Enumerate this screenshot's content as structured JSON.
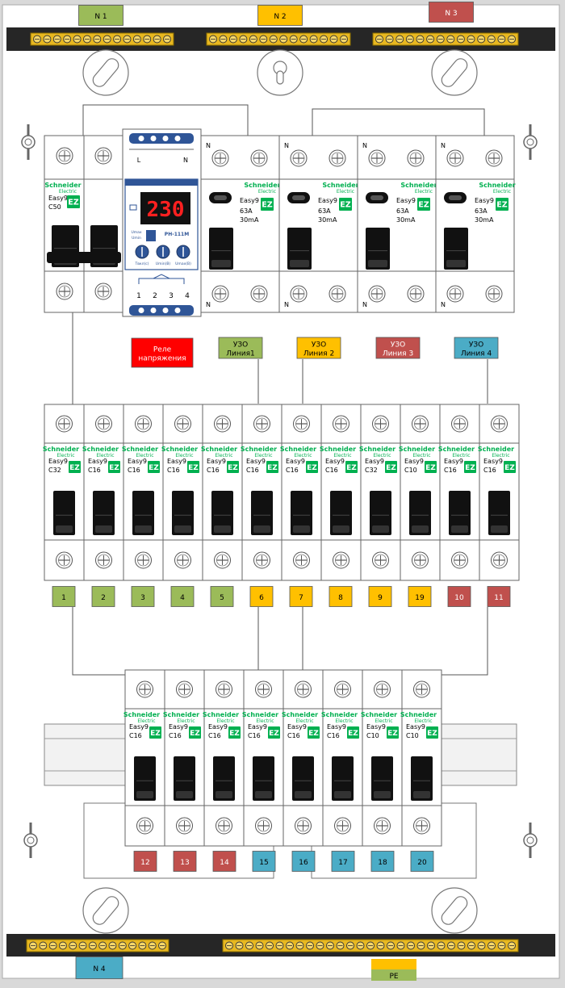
{
  "buses": {
    "top": [
      "N 1",
      "N 2",
      "N 3"
    ],
    "bottom": [
      "N 4",
      "PE"
    ]
  },
  "brand": {
    "line1": "Schneider",
    "line2": "Electric",
    "model": "Easy9",
    "ez": "EZ"
  },
  "main_breaker": {
    "rating": "C50"
  },
  "relay": {
    "terminals_top": [
      "L",
      "N"
    ],
    "display": "230",
    "model": "РН-111М",
    "small_labels": [
      "Umax",
      "Umin",
      "Tвкл(с)",
      "Umin(B)",
      "Umax(B)"
    ],
    "terminals_bottom": [
      "1",
      "2",
      "3",
      "4"
    ]
  },
  "rcds": [
    {
      "n": "N",
      "current": "63A",
      "leak": "30mA"
    },
    {
      "n": "N",
      "current": "63A",
      "leak": "30mA"
    },
    {
      "n": "N",
      "current": "63A",
      "leak": "30mA"
    },
    {
      "n": "N",
      "current": "63A",
      "leak": "30mA"
    }
  ],
  "group_labels": [
    {
      "text": "Реле напряжения",
      "color": "#ff0000",
      "lines": [
        "Реле",
        "напряжения"
      ]
    },
    {
      "text": "УЗО Линия1",
      "color": "#9bbb59",
      "lines": [
        "УЗО",
        "Линия1"
      ]
    },
    {
      "text": "УЗО Линия 2",
      "color": "#ffc000",
      "lines": [
        "УЗО",
        "Линия 2"
      ]
    },
    {
      "text": "УЗО Линия 3",
      "color": "#c0504d",
      "lines": [
        "УЗО",
        "Линия 3"
      ]
    },
    {
      "text": "УЗО Линия 4",
      "color": "#4bacc6",
      "lines": [
        "УЗО",
        "Линия 4"
      ]
    }
  ],
  "row2_breakers": [
    "C32",
    "C16",
    "C16",
    "C16",
    "C16",
    "C16",
    "C16",
    "C16",
    "C32",
    "C10",
    "C16",
    "C16"
  ],
  "row2_labels": [
    {
      "n": "1",
      "color": "#9bbb59"
    },
    {
      "n": "2",
      "color": "#9bbb59"
    },
    {
      "n": "3",
      "color": "#9bbb59"
    },
    {
      "n": "4",
      "color": "#9bbb59"
    },
    {
      "n": "5",
      "color": "#9bbb59"
    },
    {
      "n": "6",
      "color": "#ffc000"
    },
    {
      "n": "7",
      "color": "#ffc000"
    },
    {
      "n": "8",
      "color": "#ffc000"
    },
    {
      "n": "9",
      "color": "#ffc000"
    },
    {
      "n": "19",
      "color": "#ffc000"
    },
    {
      "n": "10",
      "color": "#c0504d"
    },
    {
      "n": "11",
      "color": "#c0504d"
    }
  ],
  "row3_breakers": [
    "C16",
    "C16",
    "C16",
    "C16",
    "C16",
    "C16",
    "C10",
    "C10"
  ],
  "row3_labels": [
    {
      "n": "12",
      "color": "#c0504d"
    },
    {
      "n": "13",
      "color": "#c0504d"
    },
    {
      "n": "14",
      "color": "#c0504d"
    },
    {
      "n": "15",
      "color": "#4bacc6"
    },
    {
      "n": "16",
      "color": "#4bacc6"
    },
    {
      "n": "17",
      "color": "#4bacc6"
    },
    {
      "n": "18",
      "color": "#4bacc6"
    },
    {
      "n": "20",
      "color": "#4bacc6"
    }
  ],
  "colors": {
    "green": "#9bbb59",
    "yellow": "#ffc000",
    "red": "#c0504d",
    "blue": "#4bacc6",
    "brand_green": "#00b050",
    "bus_dark": "#262626",
    "bus_brass": "#e8b820"
  }
}
